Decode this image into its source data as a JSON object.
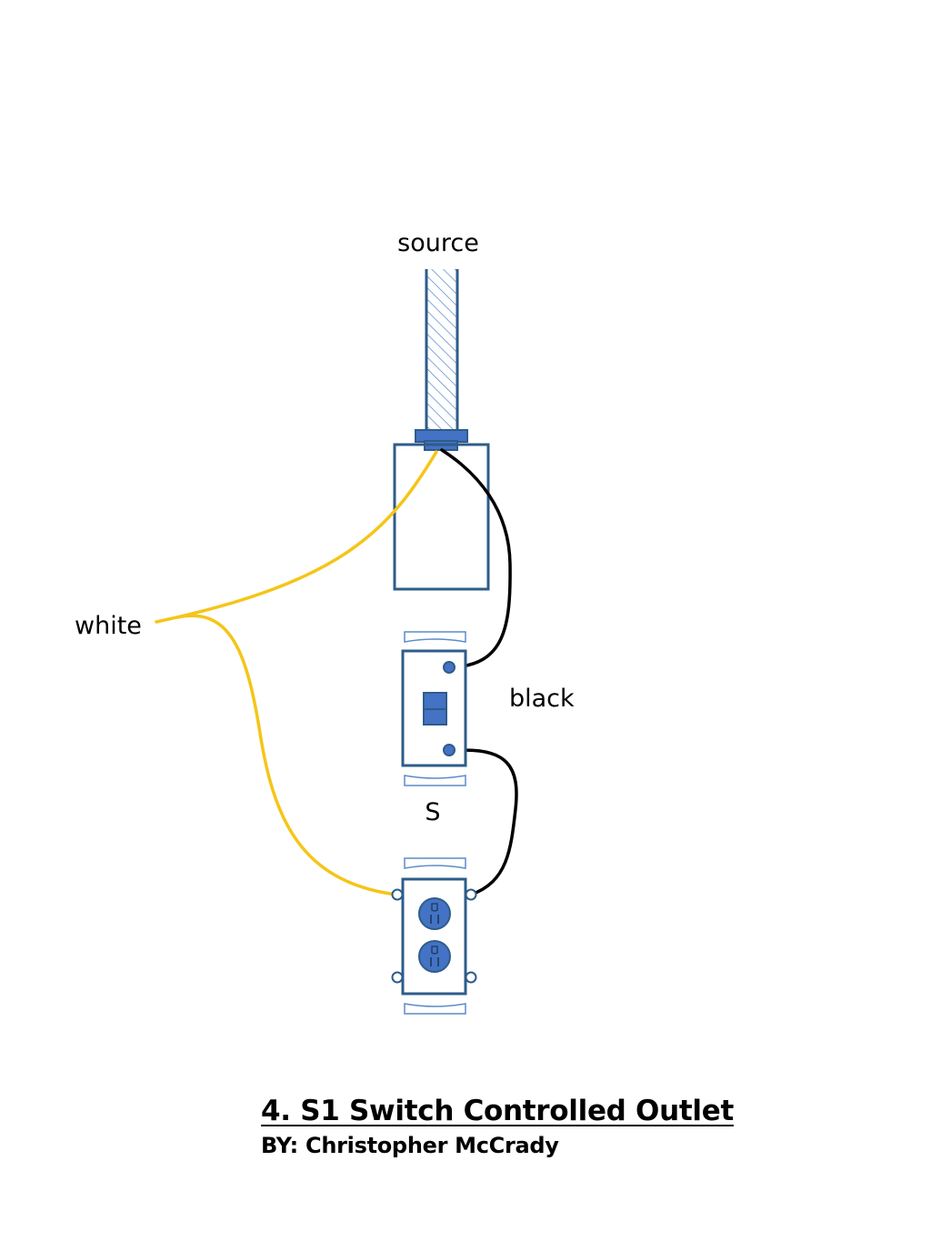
{
  "labels": {
    "source": "source",
    "white": "white",
    "black": "black",
    "switch": "S"
  },
  "title": {
    "heading": "4.  S1 Switch Controlled Outlet",
    "byline": "BY: Christopher McCrady"
  },
  "colors": {
    "device_blue": "#2e5c8a",
    "device_fill": "#4472c4",
    "white_wire": "#f5c518",
    "black_wire": "#000000",
    "hatch": "#5b8bc9"
  }
}
